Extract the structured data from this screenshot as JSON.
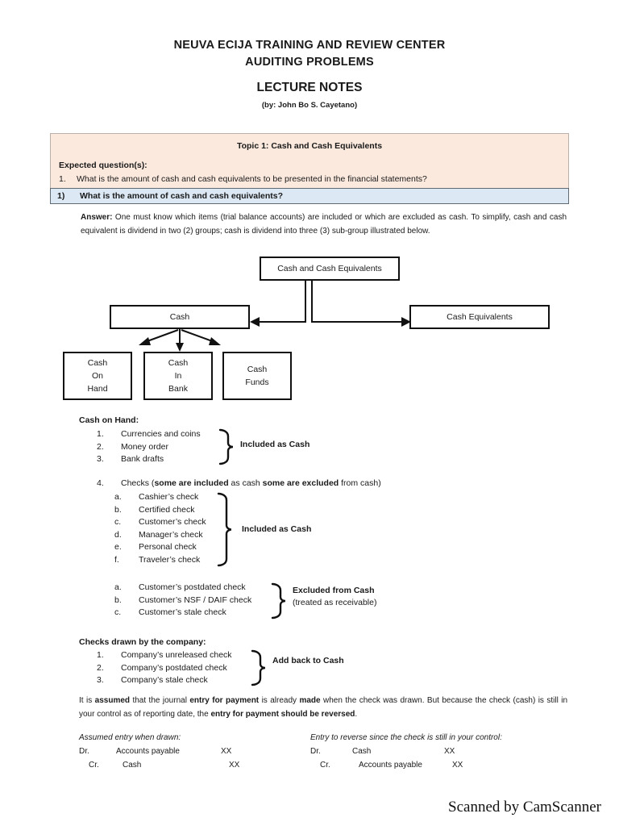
{
  "header": {
    "line1": "NEUVA ECIJA TRAINING AND REVIEW CENTER",
    "line2": "AUDITING PROBLEMS",
    "line3": "LECTURE NOTES",
    "byline": "(by:  John Bo S. Cayetano)"
  },
  "topic_banner": {
    "title": "Topic 1:  Cash and Cash Equivalents",
    "expected_label": "Expected question(s):",
    "question_number": "1.",
    "question_text": "What is the amount of cash and cash equivalents to be presented in the financial statements?",
    "background_color": "#FBE9DE"
  },
  "question_bar": {
    "number": "1)",
    "text": "What is the amount of cash and cash equivalents?",
    "background_color": "#DCE9F5"
  },
  "answer": {
    "label": "Answer:",
    "text": "One must know which items (trial balance accounts) are included or which are excluded as cash.  To simplify, cash and cash equivalent is dividend in two (2) groups; cash is dividend into three (3) sub-group illustrated below."
  },
  "diagram": {
    "root": "Cash and Cash Equivalents",
    "left": "Cash",
    "right": "Cash Equivalents",
    "sub1": [
      "Cash",
      "On",
      "Hand"
    ],
    "sub2": [
      "Cash",
      "In",
      "Bank"
    ],
    "sub3": [
      "Cash",
      "Funds"
    ]
  },
  "cash_on_hand": {
    "heading": "Cash on Hand:",
    "items": [
      {
        "marker": "1.",
        "text": "Currencies and coins"
      },
      {
        "marker": "2.",
        "text": "Money order"
      },
      {
        "marker": "3.",
        "text": "Bank drafts"
      }
    ],
    "brace_label": "Included as Cash",
    "item4": {
      "marker": "4.",
      "pre": "Checks (",
      "bold1": "some are included",
      "mid": " as cash ",
      "bold2": "some are excluded",
      "post": " from cash)"
    }
  },
  "checks_included": {
    "items": [
      {
        "marker": "a.",
        "text": "Cashier’s check"
      },
      {
        "marker": "b.",
        "text": "Certified check"
      },
      {
        "marker": "c.",
        "text": "Customer’s check"
      },
      {
        "marker": "d.",
        "text": "Manager’s check"
      },
      {
        "marker": "e.",
        "text": "Personal check"
      },
      {
        "marker": "f.",
        "text": "Traveler’s check"
      }
    ],
    "brace_label": "Included as Cash"
  },
  "checks_excluded": {
    "items": [
      {
        "marker": "a.",
        "text": "Customer’s postdated check"
      },
      {
        "marker": "b.",
        "text": "Customer’s NSF / DAIF check"
      },
      {
        "marker": "c.",
        "text": "Customer’s stale check"
      }
    ],
    "brace_label": "Excluded from Cash",
    "brace_sublabel": "(treated as receivable)"
  },
  "checks_drawn": {
    "heading": "Checks drawn by the company:",
    "items": [
      {
        "marker": "1.",
        "text": "Company’s unreleased check"
      },
      {
        "marker": "2.",
        "text": "Company’s postdated check"
      },
      {
        "marker": "3.",
        "text": "Company’s stale check"
      }
    ],
    "brace_label": "Add back to Cash"
  },
  "closing": {
    "t1": "It is ",
    "b1": "assumed",
    "t2": " that the journal ",
    "b2": "entry for payment",
    "t3": " is already ",
    "b3": "made",
    "t4": " when the check was drawn.  But because the check (cash) is still in your control as of reporting date, the ",
    "b4": "entry for payment should be reversed",
    "t5": "."
  },
  "journal_left": {
    "title": "Assumed entry when drawn:",
    "rows": [
      {
        "side": "Dr.",
        "account": "Accounts payable",
        "amount": "XX"
      },
      {
        "side": "Cr.",
        "account": "Cash",
        "amount": "XX"
      }
    ]
  },
  "journal_right": {
    "title": "Entry to reverse since the check is still in your control:",
    "rows": [
      {
        "side": "Dr.",
        "account": "Cash",
        "amount": "XX"
      },
      {
        "side": "Cr.",
        "account": "Accounts payable",
        "amount": "XX"
      }
    ]
  },
  "footer": {
    "text": "Scanned by CamScanner"
  }
}
